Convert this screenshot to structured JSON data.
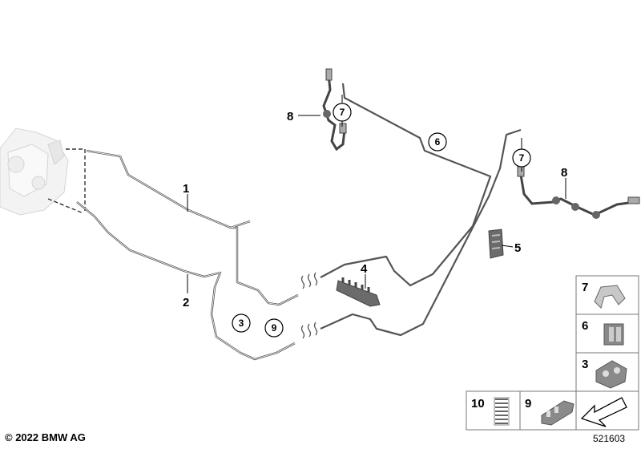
{
  "callouts": {
    "c1": "1",
    "c2": "2",
    "c3": "3",
    "c4": "4",
    "c5": "5",
    "c6": "6",
    "c7a": "7",
    "c7b": "7",
    "c8a": "8",
    "c8b": "8",
    "c9": "9"
  },
  "legend": {
    "item7": "7",
    "item6": "6",
    "item3": "3",
    "item10": "10",
    "item9": "9"
  },
  "footer": {
    "copyright": "© 2022 BMW AG",
    "diagram_id": "521603"
  },
  "colors": {
    "pipe": "#555555",
    "part_dark": "#6b6b6b",
    "part_light": "#c8c8c8",
    "box_border": "#777777"
  }
}
